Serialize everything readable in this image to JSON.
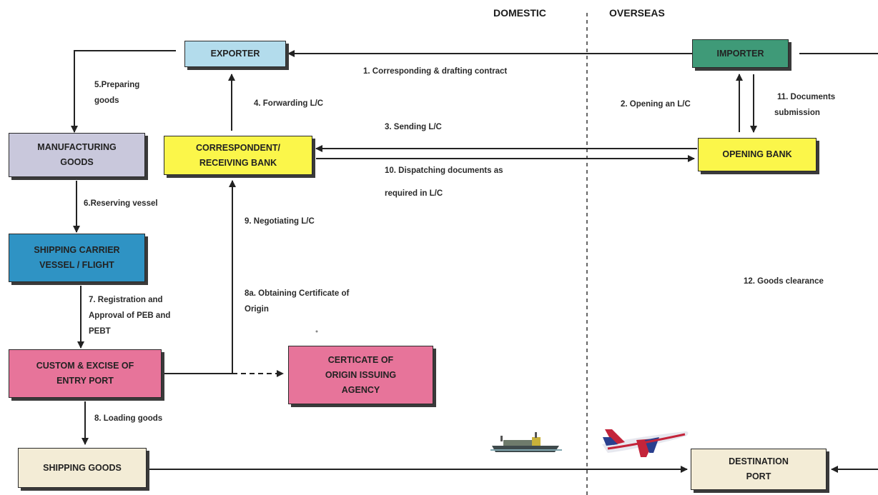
{
  "header": {
    "domestic": "DOMESTIC",
    "overseas": "OVERSEAS"
  },
  "nodes": {
    "exporter": "EXPORTER",
    "importer": "IMPORTER",
    "manufacturing": [
      "MANUFACTURING",
      "GOODS"
    ],
    "correspondent_bank": [
      "CORRESPONDENT/",
      "RECEIVING BANK"
    ],
    "opening_bank": "OPENING BANK",
    "shipping_carrier": [
      "SHIPPING CARRIER",
      "VESSEL / FLIGHT"
    ],
    "custom_excise": [
      "CUSTOM & EXCISE OF",
      "ENTRY PORT"
    ],
    "certificate_agency": [
      "CERTICATE OF",
      "ORIGIN ISSUING",
      "AGENCY"
    ],
    "shipping_goods": "SHIPPING GOODS",
    "destination_port": [
      "DESTINATION",
      "PORT"
    ]
  },
  "steps": {
    "s1": "1.  Corresponding & drafting contract",
    "s2": "2. Opening an L/C",
    "s3": "3. Sending L/C",
    "s4": "4. Forwarding L/C",
    "s5": [
      "5.Preparing",
      "goods"
    ],
    "s6": "6.Reserving vessel",
    "s7": [
      "7. Registration and",
      "Approval of PEB and",
      "PEBT"
    ],
    "s8": "8. Loading goods",
    "s8a": [
      "8a.  Obtaining  Certificate  of",
      "Origin"
    ],
    "s9": "9. Negotiating L/C",
    "s10": [
      "10.  Dispatching documents as",
      "required in L/C"
    ],
    "s11": [
      "11.  Documents",
      "submission"
    ],
    "s12": "12. Goods clearance"
  },
  "colors": {
    "exporter": "#b3dcec",
    "importer": "#3f9a78",
    "manufacturing": "#c9c8dc",
    "bank": "#fbf64a",
    "shipping_carrier": "#2f93c4",
    "custom": "#e7749a",
    "shipping_goods": "#f3ecd6",
    "line": "#222222"
  },
  "icons": [
    "ship-icon",
    "airplane-icon"
  ]
}
